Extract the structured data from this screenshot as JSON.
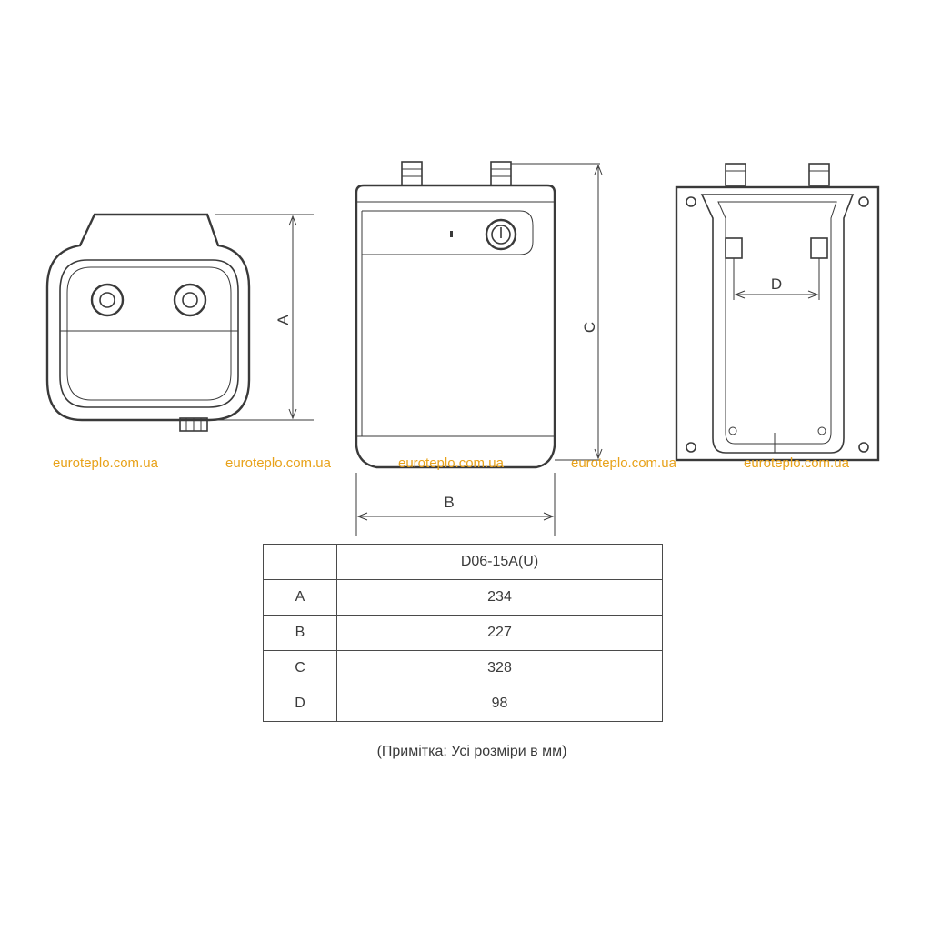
{
  "dimension_labels": {
    "a": "A",
    "b": "B",
    "c": "C",
    "d": "D"
  },
  "watermark": "euroteplo.com.ua",
  "table": {
    "model": "D06-15A(U)",
    "rows": [
      {
        "key": "A",
        "value": "234"
      },
      {
        "key": "B",
        "value": "227"
      },
      {
        "key": "C",
        "value": "328"
      },
      {
        "key": "D",
        "value": "98"
      }
    ]
  },
  "note": "(Примітка: Усі розміри в мм)",
  "colors": {
    "line": "#3a3a3a",
    "watermark": "#e8a21a"
  }
}
